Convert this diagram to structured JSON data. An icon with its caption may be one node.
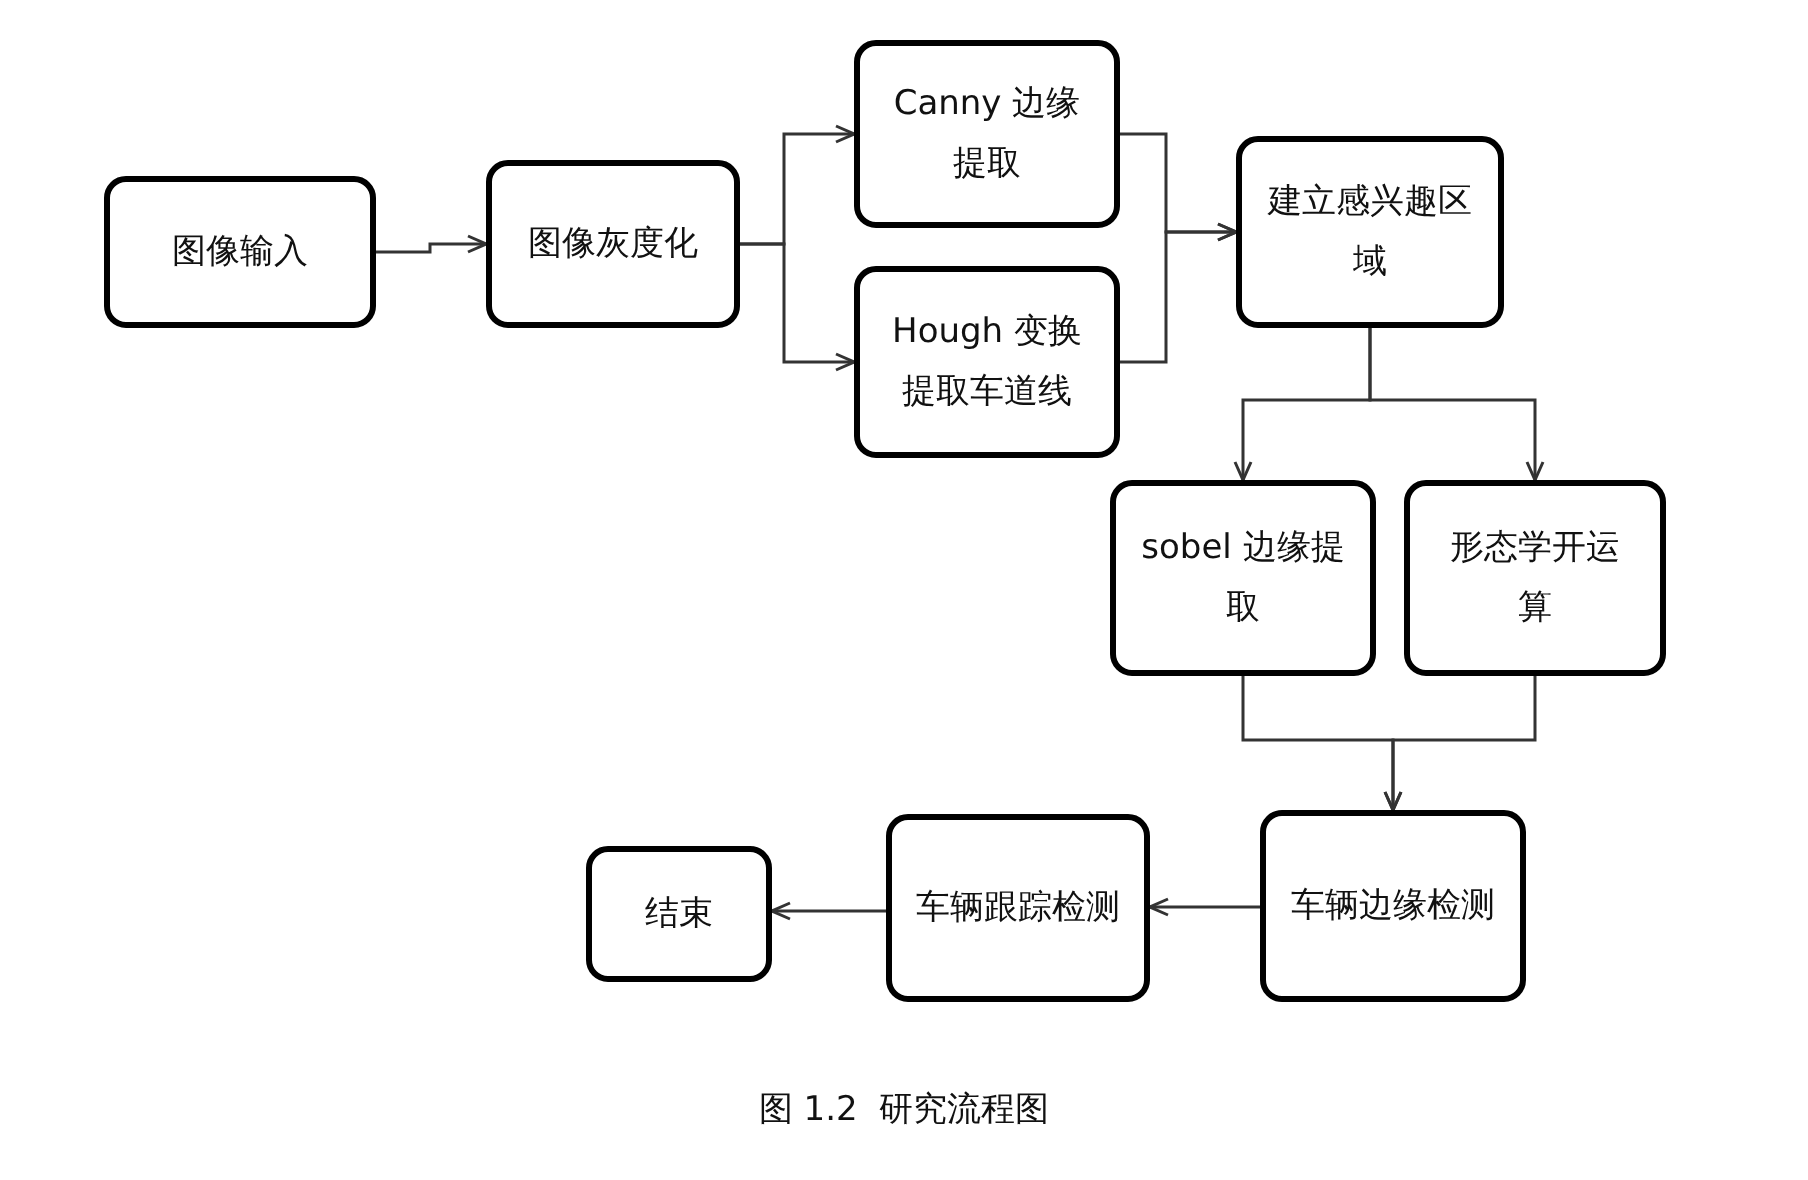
{
  "diagram": {
    "caption": "图 1.2  研究流程图",
    "nodes": [
      {
        "text": [
          "图像输入"
        ]
      },
      {
        "text": [
          "图像灰度化"
        ]
      },
      {
        "text": [
          "Canny 边缘提取"
        ]
      },
      {
        "text": [
          "Hough 变换提取车道线"
        ]
      },
      {
        "text": [
          "建立感兴趣区域"
        ]
      },
      {
        "text": [
          "sobel 边缘提取"
        ]
      },
      {
        "text": [
          "形态学开运算"
        ]
      },
      {
        "text": [
          "车辆边缘检测"
        ]
      },
      {
        "text": [
          "车辆跟踪检测"
        ]
      },
      {
        "text": [
          "结束"
        ]
      }
    ],
    "edges": [
      {
        "from": 0,
        "to": 1,
        "arrow": "to"
      },
      {
        "from": 1,
        "to": 2,
        "arrow": "to"
      },
      {
        "from": 1,
        "to": 3,
        "arrow": "to"
      },
      {
        "from": 2,
        "to": 4,
        "arrow": "to"
      },
      {
        "from": 3,
        "to": 4,
        "arrow": "to"
      },
      {
        "from": 4,
        "to": 5,
        "arrow": "to"
      },
      {
        "from": 4,
        "to": 6,
        "arrow": "to"
      },
      {
        "from": 5,
        "to": 7,
        "arrow": "to"
      },
      {
        "from": 6,
        "to": 7,
        "arrow": "to"
      },
      {
        "from": 7,
        "to": 8,
        "arrow": "to"
      },
      {
        "from": 8,
        "to": 9,
        "arrow": "to"
      }
    ]
  }
}
